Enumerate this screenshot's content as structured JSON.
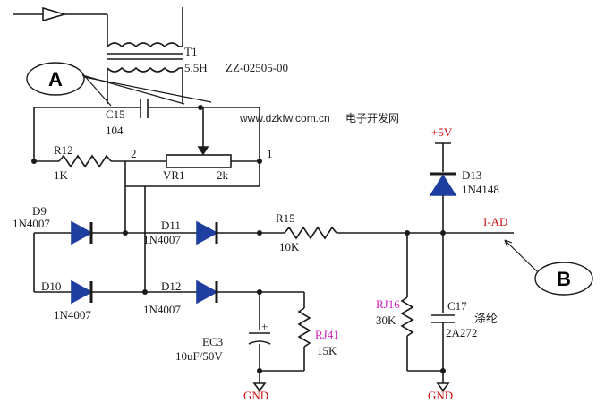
{
  "components": {
    "t1": {
      "ref": "T1",
      "value": "5.5H",
      "part": "ZZ-02505-00"
    },
    "c15": {
      "ref": "C15",
      "value": "104"
    },
    "r12": {
      "ref": "R12",
      "value": "1K"
    },
    "vr1": {
      "ref": "VR1",
      "value": "2k"
    },
    "d9": {
      "ref": "D9",
      "value": "1N4007"
    },
    "d10": {
      "ref": "D10",
      "value": "1N4007"
    },
    "d11": {
      "ref": "D11",
      "value": "1N4007"
    },
    "d12": {
      "ref": "D12",
      "value": "1N4007"
    },
    "r15": {
      "ref": "R15",
      "value": "10K"
    },
    "ec3": {
      "ref": "EC3",
      "value": "10uF/50V"
    },
    "rj41": {
      "ref": "RJ41",
      "value": "15K"
    },
    "rj16": {
      "ref": "RJ16",
      "value": "30K"
    },
    "c17": {
      "ref": "C17",
      "value": "2A272",
      "note": "涤纶"
    },
    "d13": {
      "ref": "D13",
      "value": "1N4148"
    }
  },
  "nets": {
    "vcc": "+5V",
    "signal": "I-AD",
    "gnd_left": "GND",
    "gnd_right": "GND",
    "node_2": "2",
    "node_1": "1"
  },
  "annotations": {
    "a": "A",
    "b": "B"
  },
  "watermark": {
    "url": "www.dzkfw.com.cn",
    "site": "电子开发网"
  },
  "colors": {
    "wire": "#1a1a1a",
    "diode_fill": "#1f3fa0",
    "pink_label": "#d020c0",
    "red_label": "#cc1010",
    "background": "#ffffff"
  }
}
